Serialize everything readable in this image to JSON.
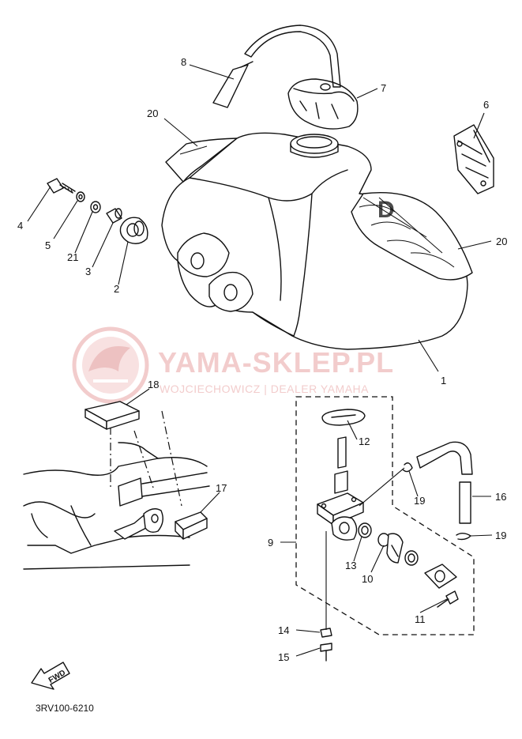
{
  "diagram_code": "3RV100-6210",
  "watermark": {
    "title": "YAMA-SKLEP.PL",
    "subtitle": "WOJCIECHOWICZ | DEALER YAMAHA",
    "color": "#e9a3a3"
  },
  "fwd_label": "FWD",
  "callouts": {
    "c1": "1",
    "c2": "2",
    "c3": "3",
    "c4": "4",
    "c5": "5",
    "c6": "6",
    "c7": "7",
    "c8": "8",
    "c9": "9",
    "c10": "10",
    "c11": "11",
    "c12": "12",
    "c13": "13",
    "c14": "14",
    "c15": "15",
    "c16": "16",
    "c17": "17",
    "c18": "18",
    "c19a": "19",
    "c19b": "19",
    "c20a": "20",
    "c20b": "20",
    "c21": "21"
  }
}
